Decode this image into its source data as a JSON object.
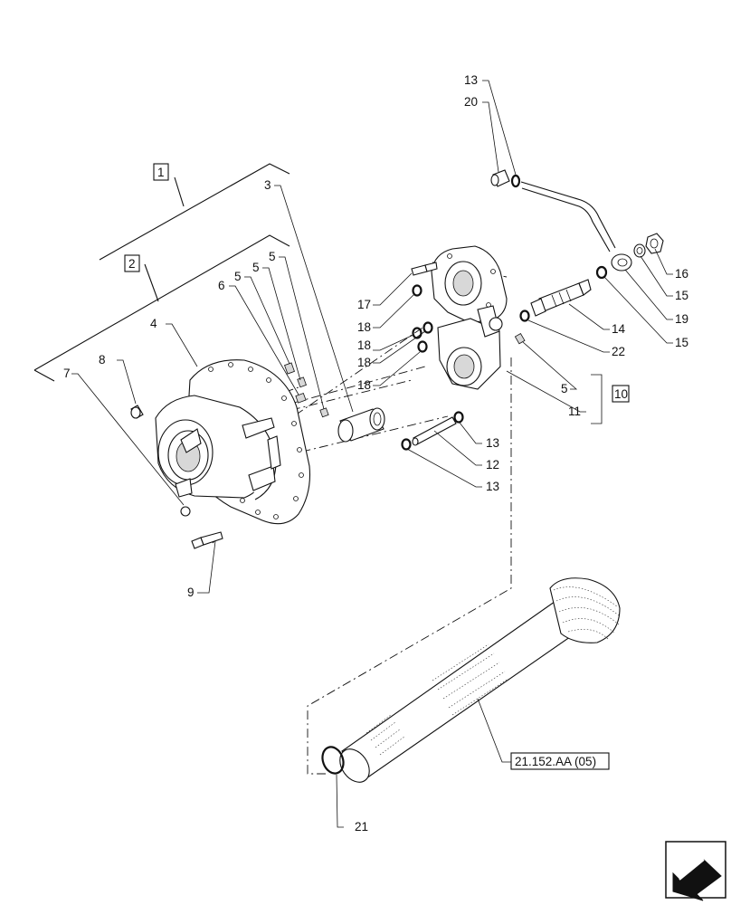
{
  "diagram": {
    "callouts": [
      {
        "id": "c1",
        "text": "13"
      },
      {
        "id": "c2",
        "text": "20"
      },
      {
        "id": "c3",
        "text": "1"
      },
      {
        "id": "c4",
        "text": "3"
      },
      {
        "id": "c5",
        "text": "2"
      },
      {
        "id": "c6",
        "text": "5"
      },
      {
        "id": "c7",
        "text": "5"
      },
      {
        "id": "c8",
        "text": "5"
      },
      {
        "id": "c9",
        "text": "6"
      },
      {
        "id": "c10",
        "text": "4"
      },
      {
        "id": "c11",
        "text": "8"
      },
      {
        "id": "c12",
        "text": "7"
      },
      {
        "id": "c13",
        "text": "16"
      },
      {
        "id": "c14",
        "text": "15"
      },
      {
        "id": "c15",
        "text": "19"
      },
      {
        "id": "c16",
        "text": "15"
      },
      {
        "id": "c17",
        "text": "17"
      },
      {
        "id": "c18",
        "text": "18"
      },
      {
        "id": "c19",
        "text": "18"
      },
      {
        "id": "c20",
        "text": "18"
      },
      {
        "id": "c21",
        "text": "18"
      },
      {
        "id": "c22",
        "text": "14"
      },
      {
        "id": "c23",
        "text": "22"
      },
      {
        "id": "c24",
        "text": "5"
      },
      {
        "id": "c25",
        "text": "10"
      },
      {
        "id": "c26",
        "text": "11"
      },
      {
        "id": "c27",
        "text": "13"
      },
      {
        "id": "c28",
        "text": "12"
      },
      {
        "id": "c29",
        "text": "13"
      },
      {
        "id": "c30",
        "text": "9"
      },
      {
        "id": "c31",
        "text": "21"
      }
    ],
    "reference": "21.152.AA (05)"
  }
}
